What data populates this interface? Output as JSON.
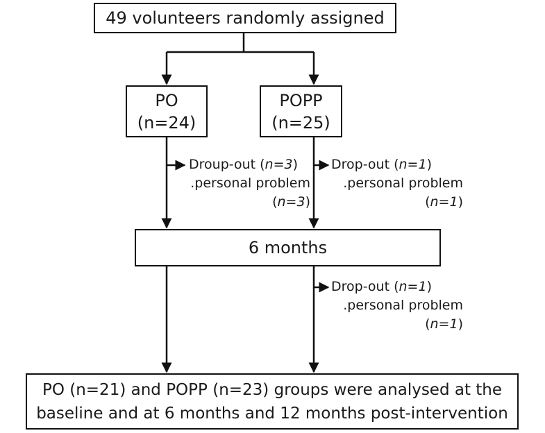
{
  "top": {
    "text": "49 volunteers randomly assigned"
  },
  "group_po": {
    "name": "PO",
    "count": "(n=24)"
  },
  "group_popp": {
    "name": "POPP",
    "count": "(n=25)"
  },
  "dropout_po_1": {
    "label": "Droup-out (",
    "n": "n=3",
    "close": ")",
    "reason": ".personal problem",
    "reason_n": "n=3"
  },
  "dropout_popp_1": {
    "label": "Drop-out (",
    "n": "n=1",
    "close": ")",
    "reason": ".personal problem",
    "reason_n": "n=1"
  },
  "followup": {
    "text": "6 months"
  },
  "dropout_popp_2": {
    "label": "Drop-out (",
    "n": "n=1",
    "close": ")",
    "reason": ".personal problem",
    "reason_n": "n=1"
  },
  "final": {
    "line1": "PO (n=21) and POPP (n=23) groups were analysed at the",
    "line2": "baseline and at 6 months and 12 months post-intervention"
  }
}
